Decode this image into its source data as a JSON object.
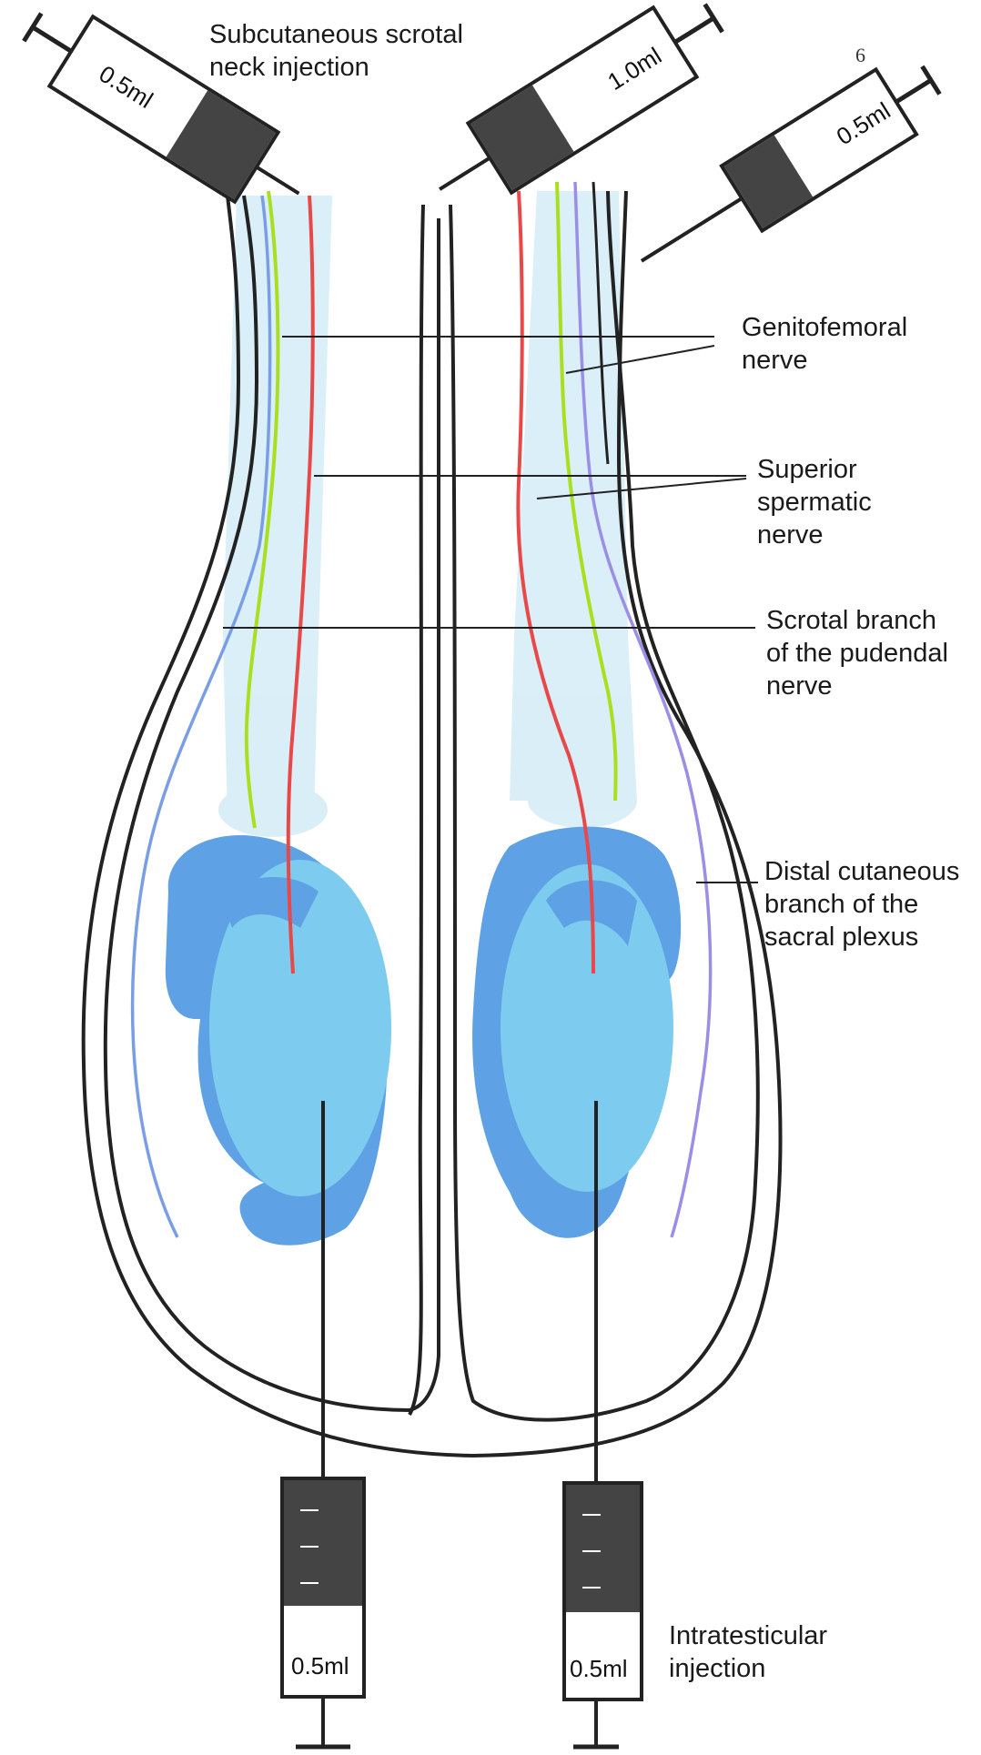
{
  "labels": {
    "neck_injection": "Subcutaneous scrotal\nneck injection",
    "genitofemoral": "Genitofemoral\nnerve",
    "superior_spermatic": "Superior\nspermatic\nnerve",
    "scrotal_branch": "Scrotal branch\nof the pudendal\nnerve",
    "distal_cutaneous": "Distal cutaneous\nbranch of the\nsacral plexus",
    "intratesticular": "Intratesticular\ninjection",
    "page_mark": "6"
  },
  "syringes": {
    "top_left": "0.5ml",
    "top_middle": "1.0ml",
    "top_right": "0.5ml",
    "bottom_left": "0.5ml",
    "bottom_right": "0.5ml"
  },
  "colors": {
    "outline": "#222222",
    "genitofemoral": "#a8e020",
    "spermatic": "#e84848",
    "pudendal": "#7a9ee6",
    "sacral": "#9a8ee6",
    "tissue": "#cfeaf5",
    "testis_dark": "#5b9de3",
    "testis_light": "#7ccbef"
  }
}
